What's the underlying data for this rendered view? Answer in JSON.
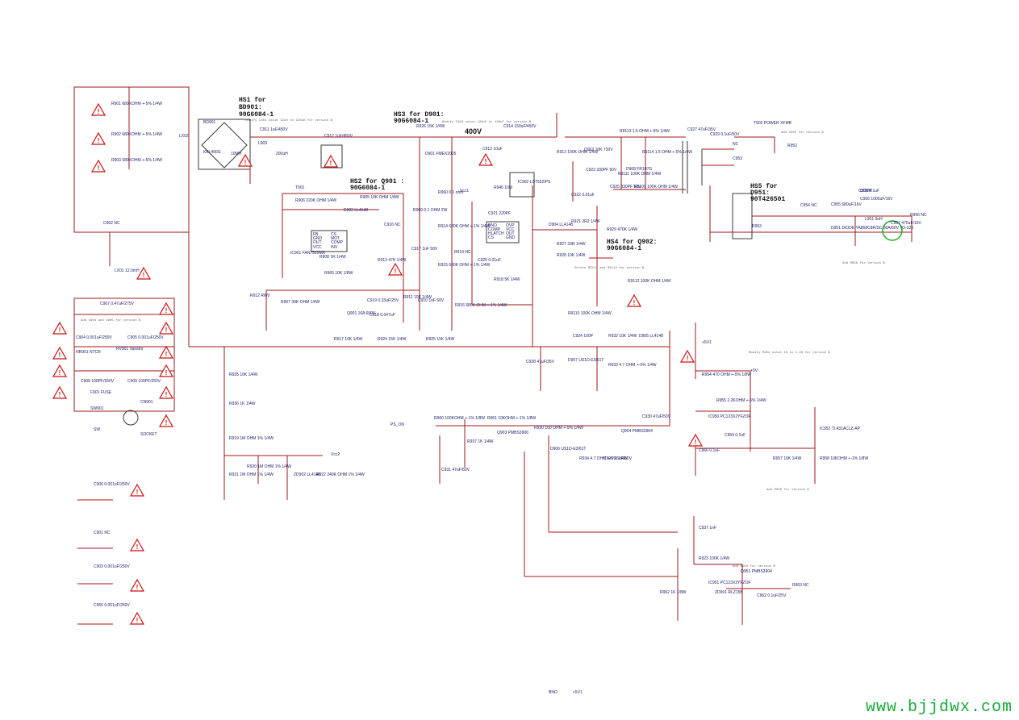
{
  "heatsinks": [
    {
      "title": "HS1 for",
      "part": "BD901:",
      "pn": "90G6084-1"
    },
    {
      "title": "HS2 for Q901 :",
      "pn": "90G6084-1"
    },
    {
      "title": "HS3 for D901:",
      "pn": "90G6084-1"
    },
    {
      "title": "HS4 for Q902:",
      "pn": "90G6084-1"
    },
    {
      "title": "HS5 for",
      "part": "D951:",
      "pn": "90T426501"
    }
  ],
  "voltage_label": "400V",
  "notes": [
    "Modify LX01 value 12uH to 150uH for version B",
    "Modify C910 value 120uF to 120uF for version B",
    "Add C904 and C905 for version B",
    "Delete R9111 and R9114 for version B",
    "Add C955 for version B",
    "Add R956 for version B",
    "Modify R954 value 1K to 2.2K for version B",
    "Add R950 for version B",
    "Add R963 for version B"
  ],
  "components": [
    "R901 680KOHM +-5% 1/4W",
    "R902 680KOHM +-5% 1/4W",
    "R903 680KOHM +-5% 1/4W",
    "C902 NC",
    "LX01 12.0mH",
    "C907 0.47uF/275V",
    "C904 0.001uF/250V",
    "C905 0.001uF/250V",
    "RV901 Varistor",
    "NR901 NTCR",
    "C908 100PF/250V",
    "C909 100PF/250V",
    "F901 FUSE",
    "SW901",
    "SW",
    "CN901",
    "SOCKET",
    "C906 0.001uF/250V",
    "C901 NC",
    "C903 0.001uF/250V",
    "C950 0.001uF/250V",
    "BD901",
    "KBL406G",
    "LX02",
    "10MH",
    "C911 1uF/450V",
    "L903",
    "200uH",
    "C912 1uF/450V",
    "T901",
    "R906 220K OHM 1/4W",
    "R905 10K OHM 1/4W",
    "D902 LL4148",
    "R908 1R 1/4W",
    "IC901 FAN7529MX",
    "R912 RW0",
    "R907 39K OHM 1/4W",
    "C916 NC",
    "R913 47K 1/4W",
    "C917 1nF 50V",
    "R909 0.1 OHM 2W",
    "Q901 16A 600V",
    "C918 0.047uF",
    "C919 0.33uF/25V",
    "R911 10K 1/4W",
    "C910 1nF 50V",
    "R917 10K 1/4W",
    "R924 15K 1/4W",
    "R925 15K 1/4W",
    "R926 15K 1/4W",
    "D901 FMEX2005",
    "C913 10uF",
    "C914 150uF/450V",
    "R960 0.1 ohm",
    "R914 680K OHM +-1% 1/4W",
    "R915 680K OHM +-1% 1/4W",
    "R916 680K OHM +-1% 1/4W",
    "R919 NC",
    "C920 0.01uF",
    "R918 5K 1/4W",
    "C921 220PF",
    "IC902 LD7552IPS",
    "R946 10M",
    "C922 0.01uF",
    "D904 LL4148",
    "R921 2R2 1/4W",
    "R927 33R 1/4W",
    "R928 10K 1/4W",
    "R929 470K 1/4W",
    "Q902 10K 730V",
    "C923 330PF 50V",
    "C925 330PF 50V",
    "D908 FR107G",
    "R9111 100K OHM 1/4W",
    "R9112 100K OHM 1/4W",
    "R9113 1.5 OHM +-5% 1/4W",
    "R9114 1.5 OHM +-5% 1/4W",
    "R9109 100K OHM 1/4W",
    "R913 100K OHM 1/4W",
    "R9110 100K OHM 1/4W",
    "C924 100P",
    "R932 10K 1/4W",
    "D905 LL4148",
    "D907 US1D-E3/61T",
    "R933 4.7 OHM +-5% 1/4W",
    "C926 15uF/50V",
    "C928 47uF/35V",
    "C927 47uF/35V",
    "C929 0.1uF/50V",
    "T902 POWER XFMR",
    "NC",
    "C953",
    "R952",
    "R953",
    "C954 NC",
    "D951 DIODE YA868C8R/SC 30A/60V TO-220",
    "C955 680uF/16V",
    "C956 1000uF/16V",
    "L951 3uH",
    "C957 470uF/16V",
    "C958 0.1uF",
    "R956 NC",
    "+5V1",
    "+5V",
    "R954 470 OHM +-5% 1/8W",
    "R955 2.2KOHM +-5% 1/4W",
    "IC950 PC123X2YFZOF",
    "C959 0.1uF",
    "C960 0.1uF",
    "R957 10K 1/4W",
    "IC952 TL431ACLZ-AP",
    "R958 10KOHM +-1% 1/8W",
    "R960 100KOHM +-1% 1/8W",
    "R961 10KOHM +-1% 1/8W",
    "Q903 PMBS3906",
    "R930 100 OHM +-5% 1/4W",
    "C930 47uF/50V",
    "Q904 PMBS3904",
    "R934 4.7 OHM +-5% 1/4W",
    "D906 US1D-E3/61T",
    "C931 47uF/50V",
    "R937 1K 1/4W",
    "R935 10K 1/4W",
    "R936 1K 1/4W",
    "R919 1M OHM 1% 1/4W",
    "R920 1M OHM 1% 1/4W",
    "R921 1M OHM 1% 1/4W",
    "ZD902 LL4148",
    "R922 240K OHM 1% 1/4W",
    "C937 1nF",
    "R923 100K 1/4W",
    "R962 1K 1/8W",
    "IC951 PC123X2YFZOF",
    "ZD901 RLZ15B",
    "Q951 PMBS3904",
    "C962 0.1uF/25V",
    "R963 NC",
    "R965 10K 1/8W",
    "PS_ON",
    "Vcc1",
    "Vcc2",
    "COMP",
    "BNO",
    "+5V1"
  ],
  "ic902_pins": [
    "BNO",
    "OVP",
    "COMP",
    "VCC",
    "HLATCH",
    "OUT",
    "CS",
    "GND"
  ],
  "ic901_pins": [
    "FB",
    "CS",
    "GND",
    "MOT",
    "OUT",
    "COMP",
    "VCC",
    "INV"
  ],
  "watermark": "www.bjjdwx.com",
  "colors": {
    "wire": "#a01818",
    "warning": "#cc1111",
    "watermark": "#1aaa3a",
    "label": "#20206a"
  }
}
